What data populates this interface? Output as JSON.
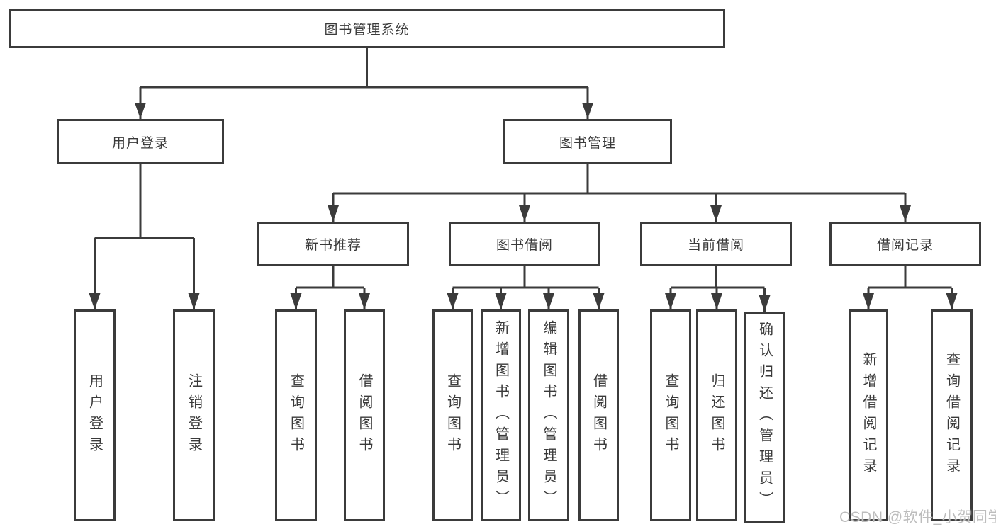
{
  "tree": {
    "root": {
      "label": "图书管理系统",
      "children": [
        {
          "label": "用户登录",
          "children": [
            {
              "label": "用户登录"
            },
            {
              "label": "注销登录"
            }
          ]
        },
        {
          "label": "图书管理",
          "children": [
            {
              "label": "新书推荐",
              "children": [
                {
                  "label": "查询图书"
                },
                {
                  "label": "借阅图书"
                }
              ]
            },
            {
              "label": "图书借阅",
              "children": [
                {
                  "label": "查询图书"
                },
                {
                  "label": "新增图书（管理员）"
                },
                {
                  "label": "编辑图书（管理员）"
                },
                {
                  "label": "借阅图书"
                }
              ]
            },
            {
              "label": "当前借阅",
              "children": [
                {
                  "label": "查询图书"
                },
                {
                  "label": "归还图书"
                },
                {
                  "label": "确认归还（管理员）"
                }
              ]
            },
            {
              "label": "借阅记录",
              "children": [
                {
                  "label": "新增借阅记录"
                },
                {
                  "label": "查询借阅记录"
                }
              ]
            }
          ]
        }
      ]
    }
  },
  "watermark": {
    "text": "CSDN @软件_小贺同学"
  },
  "colors": {
    "line": "#3b3b3b",
    "text": "#3a3a3a",
    "box_fill": "#ffffff",
    "watermark": "#bdbdbd"
  }
}
